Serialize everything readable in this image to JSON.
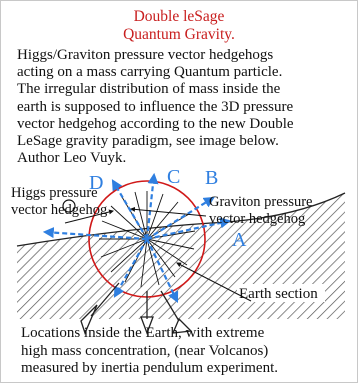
{
  "header": {
    "title_line1": "Double leSage",
    "title_line2": "Quantum Gravity."
  },
  "description": {
    "line1": "Higgs/Graviton pressure vector hedgehogs",
    "line2": "acting on a mass carrying Quantum particle.",
    "line3": "The irregular distribution of mass inside the",
    "line4": "earth is supposed to influence the 3D pressure",
    "line5": "vector hedgehog according to the new Double",
    "line6": "LeSage gravity paradigm, see image below.",
    "line7": "Author Leo Vuyk."
  },
  "figure": {
    "higgs_label_line1": "Higgs pressure",
    "higgs_label_line2": "vector hedgehog",
    "graviton_label_line1": "Graviton pressure",
    "graviton_label_line2": "vector hedgehog",
    "label_a": "A",
    "label_b": "B",
    "label_c": "C",
    "label_d": "D",
    "earth_label": "Earth section"
  },
  "caption": {
    "line1": "Locations inside the Earth, with extreme",
    "line2": "high mass concentration, (near Volcanos)",
    "line3": "measured by inertia pendulum experiment."
  },
  "colors": {
    "title": "#c81e1e",
    "arrows": "#2f7fe0",
    "red_arc": "#d01818",
    "hatch": "#555555"
  }
}
